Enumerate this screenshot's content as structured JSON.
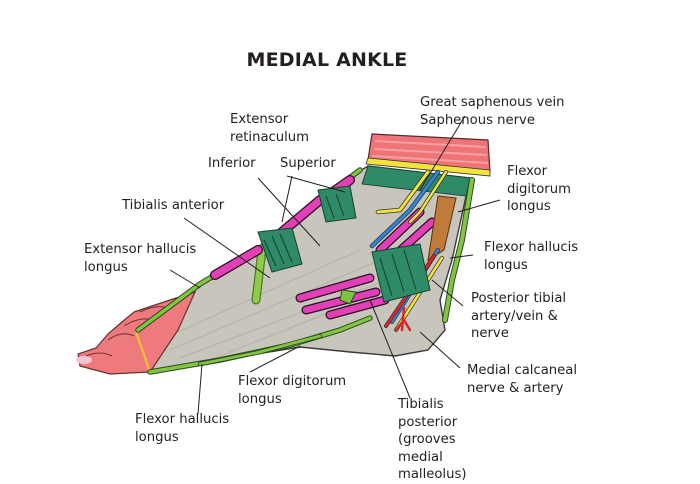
{
  "title": "MEDIAL ANKLE",
  "labels": {
    "extensor_retinaculum": [
      "Extensor",
      "retinaculum"
    ],
    "inferior": "Inferior",
    "superior": "Superior",
    "tibialis_anterior": "Tibialis anterior",
    "extensor_hallucis_longus": [
      "Extensor hallucis",
      "longus"
    ],
    "great_saphenous": [
      "Great saphenous vein",
      "Saphenous nerve"
    ],
    "flexor_digitorum_longus_top": [
      "Flexor",
      "digitorum",
      "longus"
    ],
    "flexor_hallucis_longus_right": [
      "Flexor hallucis",
      "longus"
    ],
    "posterior_tibial": [
      "Posterior tibial",
      "artery/vein &",
      "nerve"
    ],
    "medial_calcaneal": [
      "Medial calcaneal",
      "nerve & artery"
    ],
    "tibialis_posterior": [
      "Tibialis",
      "posterior",
      "(grooves",
      "medial",
      "malleolus)"
    ],
    "flexor_digitorum_longus_bottom": [
      "Flexor digitorum",
      "longus"
    ],
    "flexor_hallucis_longus_bottom": [
      "Flexor hallucis",
      "longus"
    ]
  },
  "colors": {
    "bone": "#c9c6bd",
    "tendon_green": "#7fc241",
    "sheath_magenta": "#e23fb7",
    "retinaculum_teal": "#2f8a67",
    "muscle_pink": "#ef6e74",
    "skin_pink": "#f08080",
    "vein_blue": "#2f86d8",
    "nerve_yellow": "#f2e23b",
    "artery_red": "#d8262a",
    "leader": "#231f20"
  }
}
